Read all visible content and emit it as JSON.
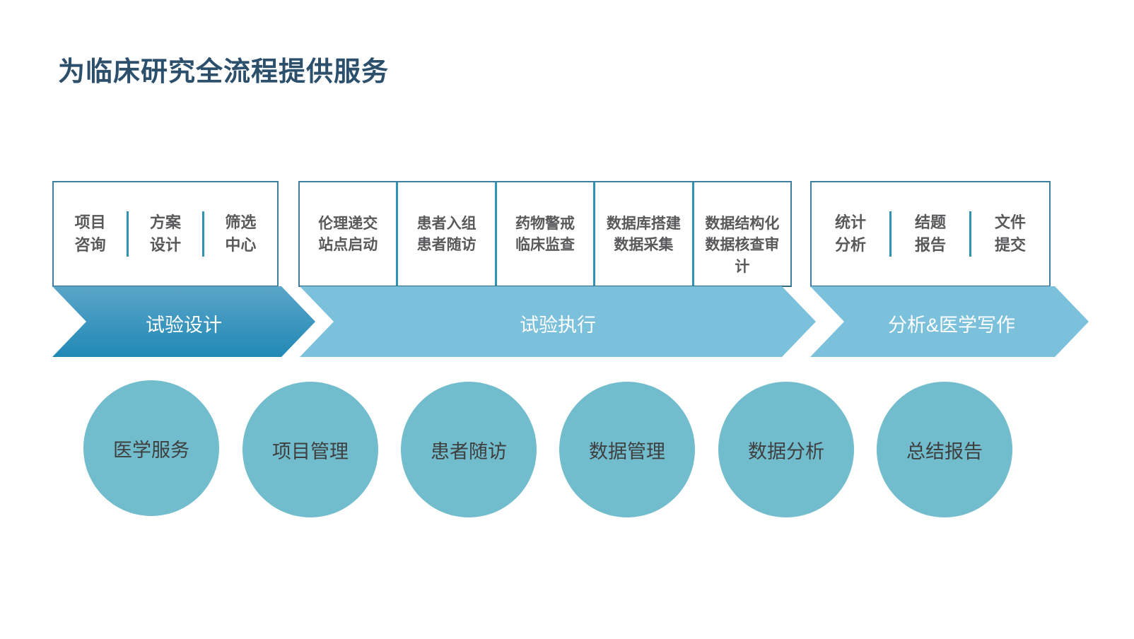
{
  "slide": {
    "title": "为临床研究全流程提供服务",
    "title_color": "#2c4f6b",
    "background": "#ffffff"
  },
  "colors": {
    "chevron_dark_top": "#5aa5c8",
    "chevron_dark_bottom": "#2a8cb7",
    "chevron_light": "#7cc1dc",
    "circle_fill": "#71bccd",
    "box_border": "#3d7f9e",
    "divider": "#2f93b5",
    "box_text": "#59595b",
    "circle_text": "#3f3f3f"
  },
  "stages": [
    {
      "id": "design",
      "chevron_label": "试验设计",
      "chevron_style": "dark",
      "items": [
        {
          "lines": [
            "项目",
            "咨询"
          ]
        },
        {
          "lines": [
            "方案",
            "设计"
          ]
        },
        {
          "lines": [
            "筛选",
            "中心"
          ]
        }
      ]
    },
    {
      "id": "execute",
      "chevron_label": "试验执行",
      "chevron_style": "light",
      "items": [
        {
          "lines": [
            "伦理递交",
            "站点启动"
          ]
        },
        {
          "lines": [
            "患者入组",
            "患者随访"
          ]
        },
        {
          "lines": [
            "药物警戒",
            "临床监查"
          ]
        },
        {
          "lines": [
            "数据库搭建",
            "数据采集"
          ]
        },
        {
          "lines": [
            "数据结构化",
            "数据核查审",
            "计"
          ]
        }
      ]
    },
    {
      "id": "analysis",
      "chevron_label": "分析&医学写作",
      "chevron_style": "light",
      "items": [
        {
          "lines": [
            "统计",
            "分析"
          ]
        },
        {
          "lines": [
            "结题",
            "报告"
          ]
        },
        {
          "lines": [
            "文件",
            "提交"
          ]
        }
      ]
    }
  ],
  "services": [
    {
      "label": "医学服务"
    },
    {
      "label": "项目管理"
    },
    {
      "label": "患者随访"
    },
    {
      "label": "数据管理"
    },
    {
      "label": "数据分析"
    },
    {
      "label": "总结报告"
    }
  ]
}
